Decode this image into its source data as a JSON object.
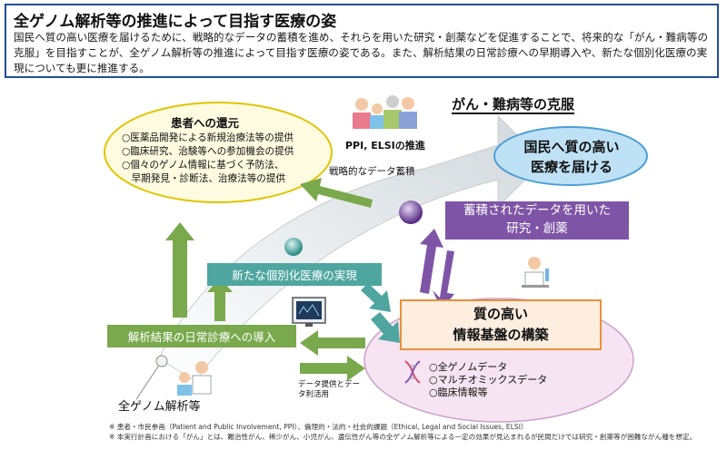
{
  "header": {
    "title": "全ゲノム解析等の推進によって目指す医療の姿",
    "body": "国民へ質の高い医療を届けるために、戦略的なデータの蓄積を進め、それらを用いた研究・創薬などを促進することで、将来的な「がん・難病等の克服」を目指すことが、全ゲノム解析等の推進によって目指す医療の姿である。また、解析結果の日常診療への早期導入や、新たな個別化医療の実現についても更に推進する。"
  },
  "diagram": {
    "overcome_label": "がん・難病等の克服",
    "ppi_label": "PPI, ELSIの推進",
    "strategic_label": "戦略的なデータ蓄積",
    "patient": {
      "title": "患者への還元",
      "items": [
        "○医薬品開発による新規治療法等の提供",
        "○臨床研究、治験等への参加機会の提供",
        "○個々のゲノム情報に基づく予防法、",
        "　早期発見・診断法、治療法等の提供"
      ]
    },
    "goal": {
      "line1": "国民へ質の高い",
      "line2": "医療を届ける"
    },
    "research": {
      "line1": "蓄積されたデータを用いた",
      "line2": "研究・創薬"
    },
    "personalized_label": "新たな個別化医療の実現",
    "clinical_label": "解析結果の日常診療への導入",
    "infrastructure": {
      "line1": "質の高い",
      "line2": "情報基盤の構築",
      "items": [
        "○全ゲノムデータ",
        "○マルチオミックスデータ",
        "○臨床情報等"
      ]
    },
    "data_provide_label": "データ提供とデータ利活用",
    "genome_label": "全ゲノム解析等"
  },
  "footnotes": [
    "※ 患者・市民参画（Patient and Public Involvement, PPI）、倫理的・法的・社会的課題（Ethical, Legal and Social Issues, ELSI）",
    "※ 本実行計画における「がん」とは、難治性がん、稀少がん、小児がん、遺伝性がん等の全ゲノム解析等による一定の効果が見込まれるが民間だけでは研究・創薬等が困難ながん種を想定。"
  ],
  "colors": {
    "header_border": "#1f4e9c",
    "green": "#7aa94d",
    "teal": "#4fa6a0",
    "purple": "#7e55a6",
    "orange": "#e6913a",
    "pink_fill": "#f7e4f2",
    "yellow_fill": "#fffbe0",
    "blue_fill": "#bfe1f5"
  }
}
